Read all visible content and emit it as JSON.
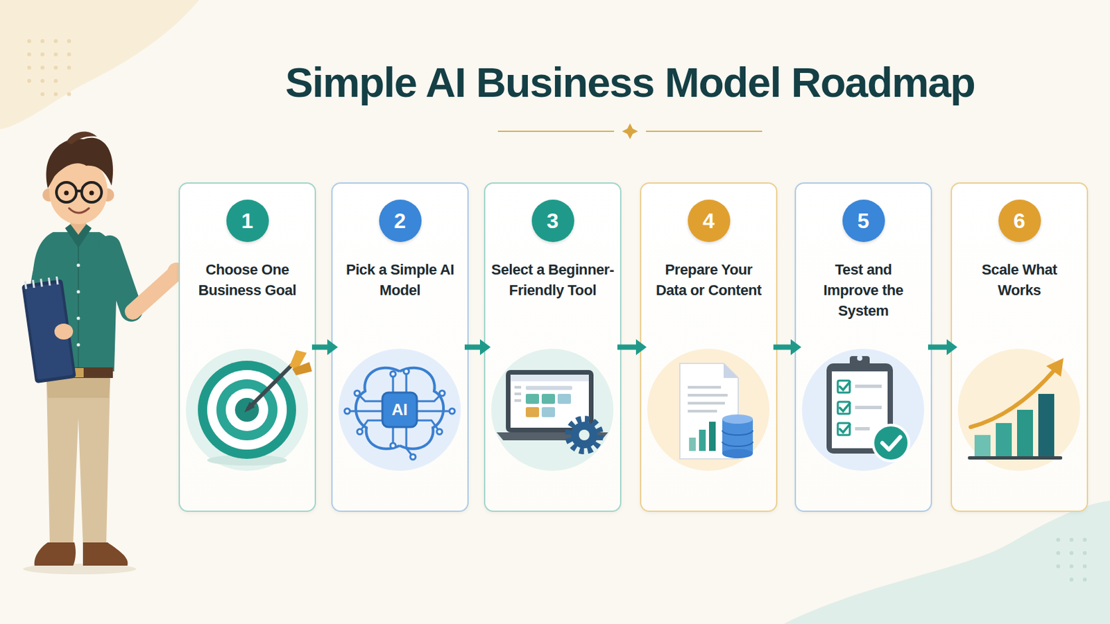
{
  "diagram": {
    "title": "Simple AI Business Model Roadmap",
    "nodes": [
      {
        "text": [
          "Choose One Business Goal"
        ]
      },
      {
        "text": [
          "1"
        ],
        "in": 0
      },
      {
        "text": [
          "Pick a Simple AI Model"
        ]
      },
      {
        "text": [
          "2"
        ],
        "in": 2
      },
      {
        "text": [
          "Select a Beginner-Friendly Tool"
        ]
      },
      {
        "text": [
          "3"
        ],
        "in": 4
      },
      {
        "text": [
          "Prepare Your Data or Content"
        ]
      },
      {
        "text": [
          "4"
        ],
        "in": 6
      },
      {
        "text": [
          "Test and Improve the System"
        ]
      },
      {
        "text": [
          "5"
        ],
        "in": 8
      },
      {
        "text": [
          "Scale What Works"
        ]
      },
      {
        "text": [
          "6"
        ],
        "in": 10
      }
    ],
    "edges": [
      {
        "from": 0,
        "to": 2,
        "arrow": "to"
      },
      {
        "from": 2,
        "to": 4,
        "arrow": "to"
      },
      {
        "from": 4,
        "to": 6,
        "arrow": "to"
      },
      {
        "from": 6,
        "to": 8,
        "arrow": "to"
      },
      {
        "from": 8,
        "to": 10,
        "arrow": "to"
      }
    ],
    "labels": [
      "AI"
    ]
  }
}
